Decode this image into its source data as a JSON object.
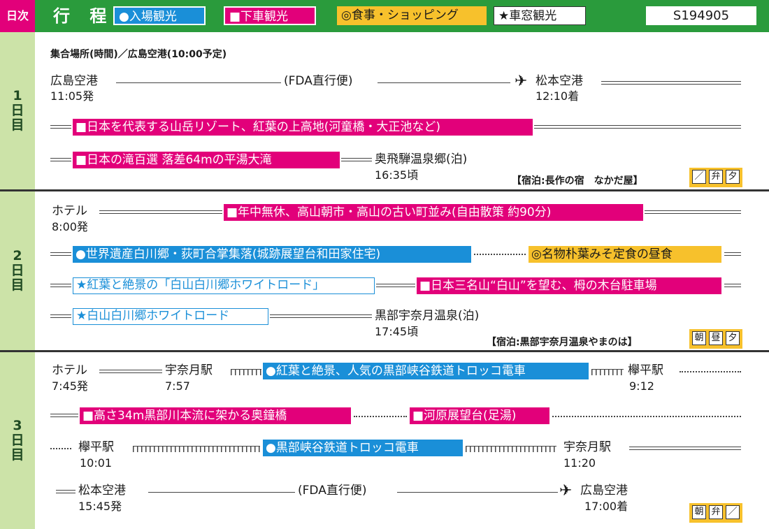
{
  "header": {
    "day_label": "日次",
    "title": "行 程",
    "tags": [
      "●入場観光",
      "■下車観光",
      "◎食事・ショッピング",
      "★車窓観光"
    ],
    "code": "S194905"
  },
  "day1": {
    "label": "1\n日\n目",
    "meeting": "集合場所(時間)／広島空港(10:00予定)",
    "from": "広島空港",
    "depart": "11:05発",
    "flight": "(FDA直行便)",
    "to": "松本空港",
    "arrive": "12:10着",
    "spot1": "■日本を代表する山岳リゾート、紅葉の上高地(河童橋・大正池など)",
    "spot2": "■日本の滝百選 落差64mの平湯大滝",
    "stay_place": "奥飛騨温泉郷(泊)",
    "stay_time": "16:35頃",
    "hotel": "【宿泊:長作の宿　なかだ屋】",
    "meals": [
      "／",
      "弁",
      "夕"
    ]
  },
  "day2": {
    "label": "2\n日\n目",
    "start": "ホテル",
    "start_time": "8:00発",
    "spot1": "■年中無休、高山朝市・高山の古い町並み(自由散策 約90分)",
    "spot2": "●世界遺産白川郷・荻町合掌集落(城跡展望台和田家住宅)",
    "lunch": "◎名物朴葉みそ定食の昼食",
    "spot3": "★紅葉と絶景の「白山白川郷ホワイトロード」",
    "spot4": "■日本三名山“白山”を望む、栂の木台駐車場",
    "spot5": "★白山白川郷ホワイトロード",
    "stay_place": "黒部宇奈月温泉(泊)",
    "stay_time": "17:45頃",
    "hotel": "【宿泊:黒部宇奈月温泉やまのは】",
    "meals": [
      "朝",
      "昼",
      "夕"
    ]
  },
  "day3": {
    "label": "3\n日\n目",
    "start": "ホテル",
    "start_time": "7:45発",
    "station1": "宇奈月駅",
    "station1_time": "7:57",
    "train1": "●紅葉と絶景、人気の黒部峡谷鉄道トロッコ電車",
    "station2": "欅平駅",
    "station2_time": "9:12",
    "spot1": "■高さ34m黒部川本流に架かる奥鐘橋",
    "spot2": "■河原展望台(足湯)",
    "station3": "欅平駅",
    "station3_time": "10:01",
    "train2": "●黒部峡谷鉄道トロッコ電車",
    "station4": "宇奈月駅",
    "station4_time": "11:20",
    "from": "松本空港",
    "depart": "15:45発",
    "flight": "(FDA直行便)",
    "to": "広島空港",
    "arrive": "17:00着",
    "meals": [
      "朝",
      "弁",
      "／"
    ]
  }
}
